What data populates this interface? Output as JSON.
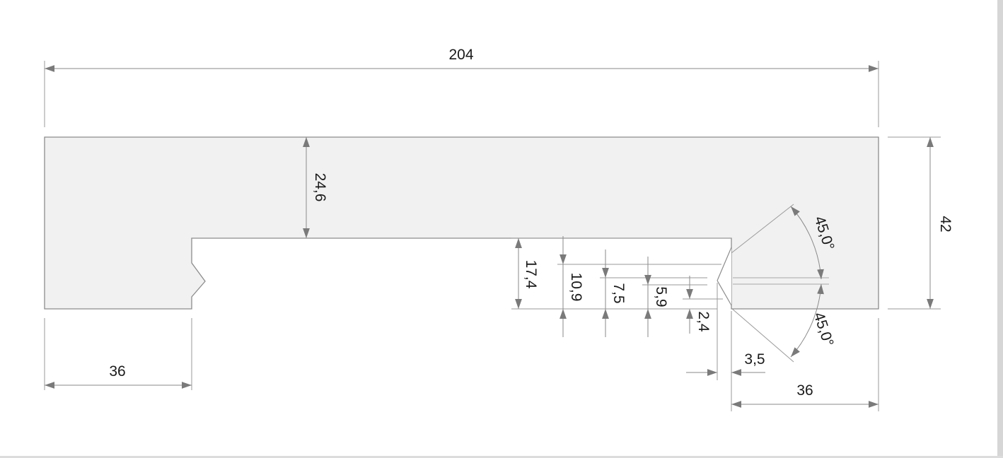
{
  "drawing": {
    "dimensions": {
      "overall_length": "204",
      "top_band_depth": "24,6",
      "total_height": "42",
      "left_end_length": "36",
      "right_end_length": "36",
      "notch_depth": "17,4",
      "level_1": "10,9",
      "level_2": "7,5",
      "level_3": "5,9",
      "level_4": "2,4",
      "tip_offset": "3,5",
      "angle_upper": "45,0°",
      "angle_lower": "45,0°"
    }
  }
}
